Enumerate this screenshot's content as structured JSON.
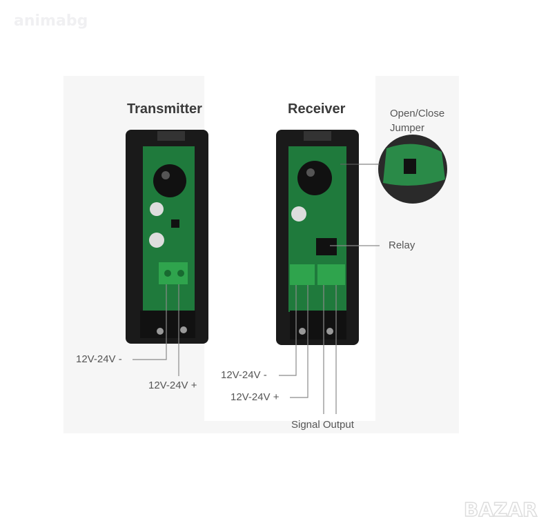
{
  "watermark": "animabg",
  "logo": "BAZAR",
  "transmitter": {
    "title": "Transmitter",
    "labels": {
      "minus": "12V-24V -",
      "plus": "12V-24V +"
    }
  },
  "receiver": {
    "title": "Receiver",
    "labels": {
      "minus": "12V-24V -",
      "plus": "12V-24V +",
      "signal": "Signal Output",
      "relay": "Relay"
    }
  },
  "inset": {
    "line1": "Open/Close",
    "line2": "Jumper"
  },
  "colors": {
    "board": "#1f7a3c",
    "terminal": "#2fa44d",
    "housing": "#1a1a1a",
    "line": "#8a8a8a"
  }
}
